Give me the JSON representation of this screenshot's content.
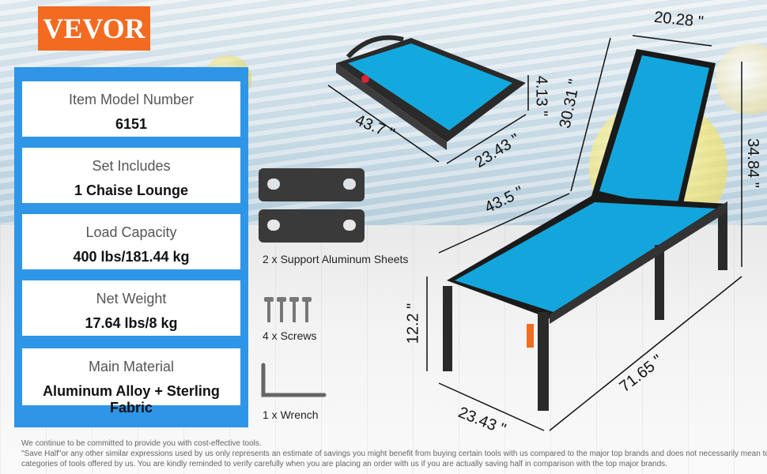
{
  "brand": {
    "logo_text": "VEVOR",
    "accent": "#f26b21",
    "panel_color": "#2f95e6",
    "fabric_color": "#12a7dc"
  },
  "specs": [
    {
      "label": "Item Model Number",
      "value": "6151"
    },
    {
      "label": "Set Includes",
      "value": "1 Chaise Lounge"
    },
    {
      "label": "Load Capacity",
      "value": "400 lbs/181.44 kg"
    },
    {
      "label": "Net Weight",
      "value": "17.64 lbs/8 kg"
    },
    {
      "label": "Main Material",
      "value": "Aluminum Alloy + Sterling Fabric"
    }
  ],
  "accessories": {
    "sheets": "2 x Support Aluminum Sheets",
    "screws": "4 x Screws",
    "wrench": "1 x Wrench"
  },
  "folded_dims": {
    "length": "43.7 \"",
    "width": "23.43 \"",
    "height": "4.13 \""
  },
  "chair_dims": {
    "top_width": "20.28 \"",
    "back_height": "30.31 \"",
    "total_height": "34.84 \"",
    "seat_length": "43.5 \"",
    "seat_height": "12.2 \"",
    "total_length": "71.65 \"",
    "bottom_width": "23.43 \""
  },
  "disclaimer": [
    "We continue to be committed to provide you with cost-effective tools.",
    "\"Save Half\"or any other similar expressions used by us only represents an estimate of savings you might benefit from buying certain tools with us compared to the major top brands and does not necessarily mean to cover all",
    "categories of tools offered by us. You are kindly reminded to verify carefully when you are placing an order with us if you are actually saving half in comparison with the top major brands."
  ]
}
